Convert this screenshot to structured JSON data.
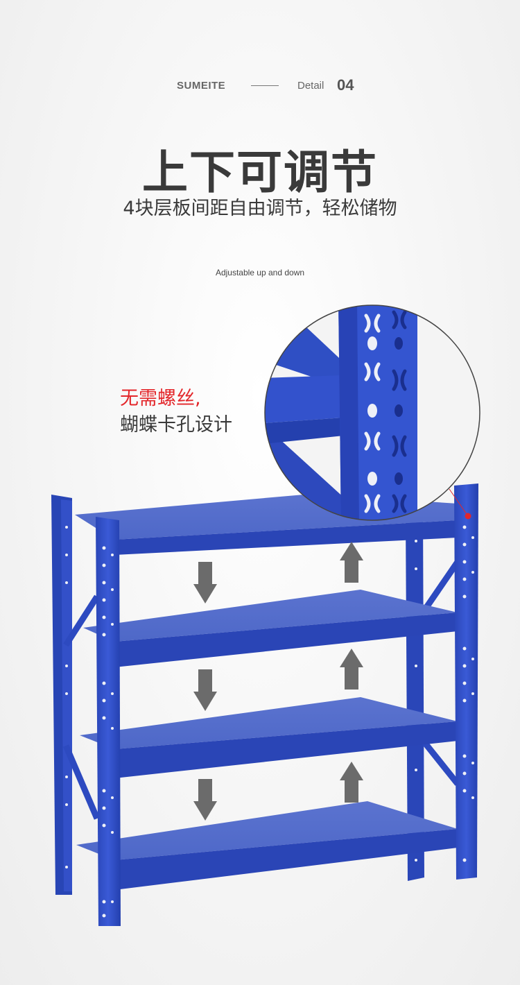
{
  "header": {
    "brand": "SUMEITE",
    "detail_label": "Detail",
    "detail_number": "04"
  },
  "title": "上下可调节",
  "subtitle": "4块层板间距自由调节，轻松储物",
  "caption": "Adjustable up and down",
  "note": {
    "line1": "无需螺丝,",
    "line2": "蝴蝶卡孔设计"
  },
  "colors": {
    "rack_blue": "#2f4fc4",
    "rack_dark": "#1f35a0",
    "arrow_gray": "#6b6b6b",
    "accent_red": "#e3262a"
  }
}
